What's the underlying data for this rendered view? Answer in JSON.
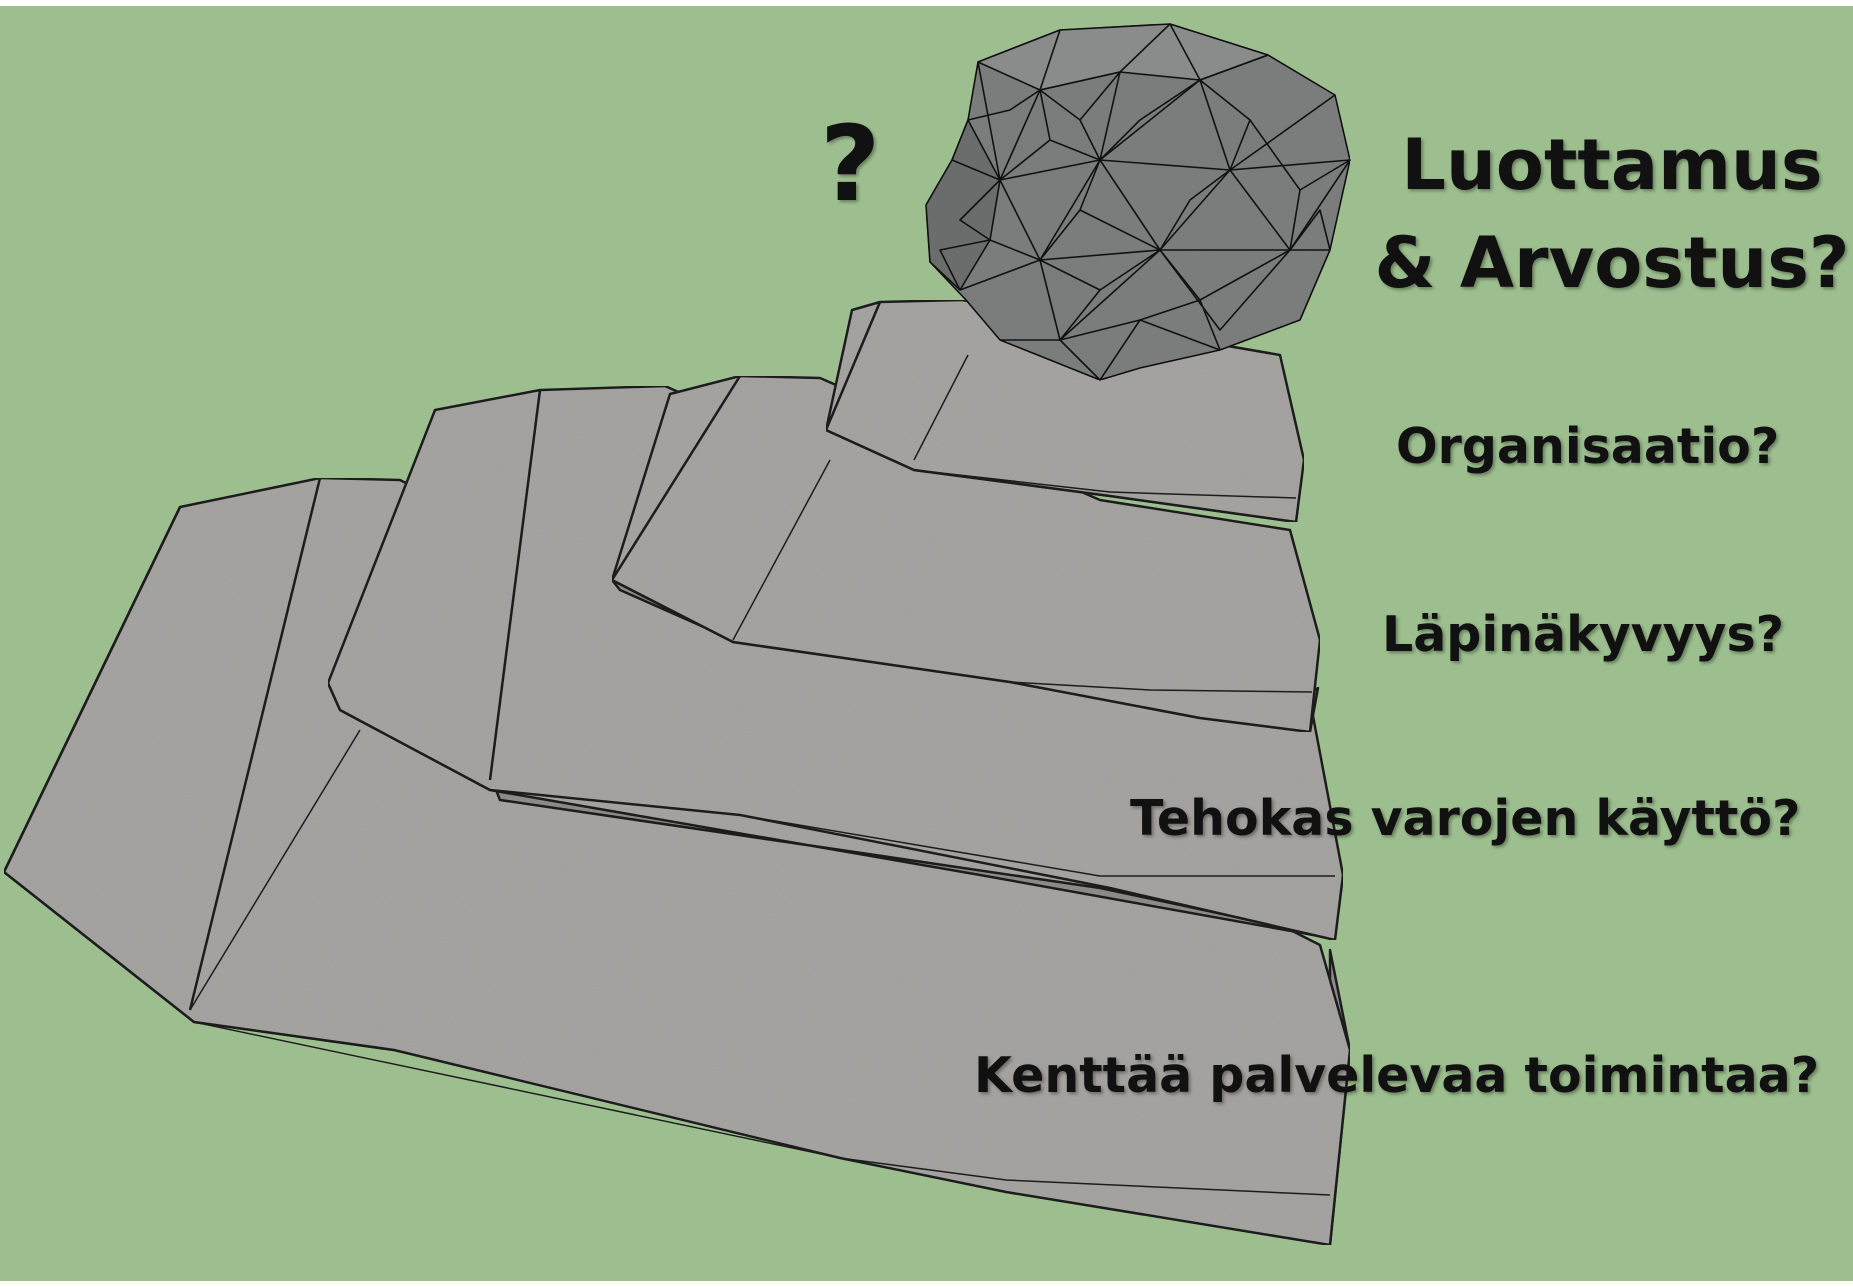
{
  "diagram": {
    "question_mark": "?",
    "levels": [
      {
        "label": "Luottamus & Arvostus?"
      },
      {
        "label": "Organisaatio?"
      },
      {
        "label": "Läpinäkyvyys?"
      },
      {
        "label": "Tehokas varojen käyttö?"
      },
      {
        "label": "Kenttää palvelevaa toimintaa?"
      }
    ]
  },
  "colors": {
    "background": "#9dbf8f",
    "slab_top": "#a6a5a2",
    "slab_side": "#8e8d8a",
    "boulder": "#7d7f7e",
    "outline": "#1e1e1e",
    "text": "#111111"
  }
}
